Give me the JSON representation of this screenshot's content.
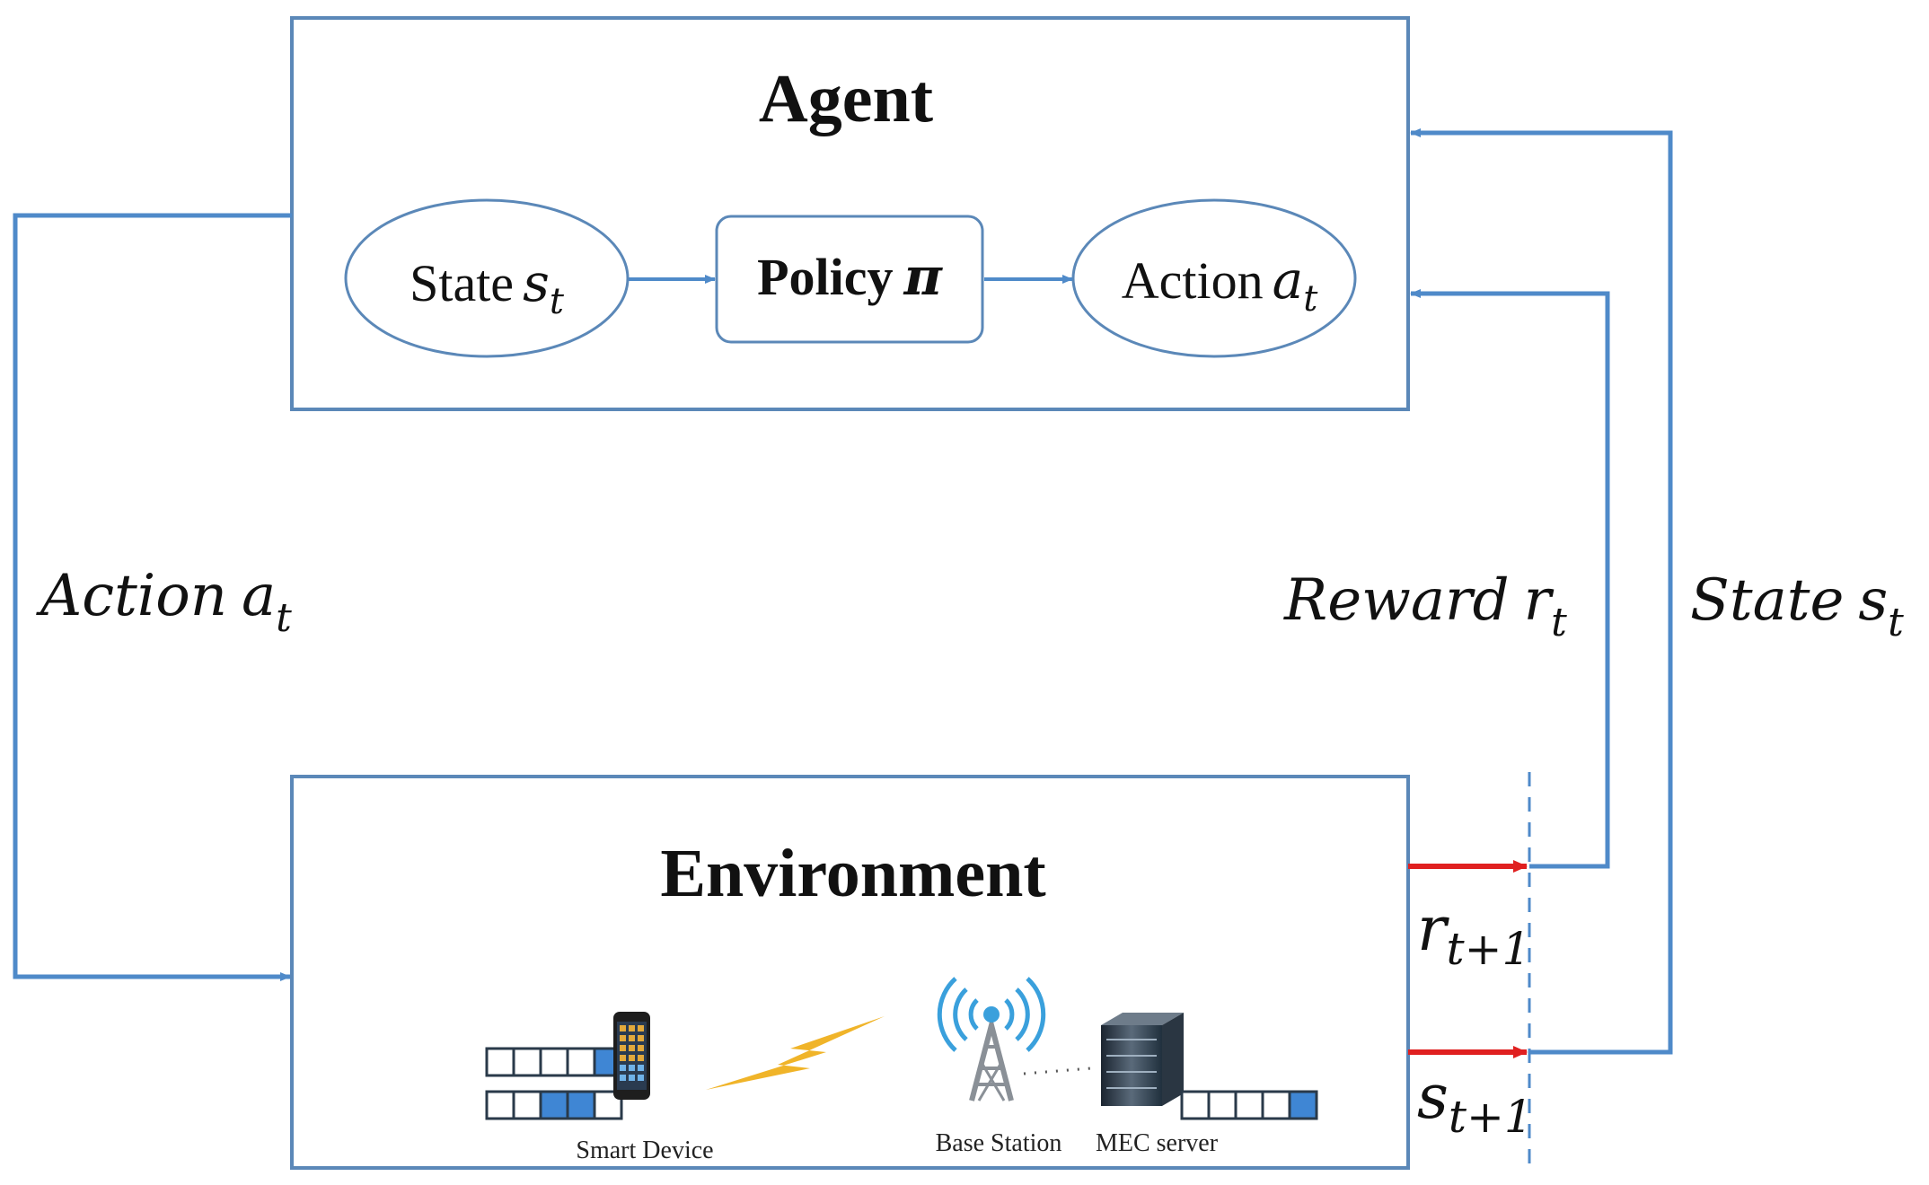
{
  "agent": {
    "title": "Agent",
    "state_node": {
      "word": "State",
      "symbol": "s",
      "sub": "t"
    },
    "policy_node": {
      "word": "Policy",
      "symbol": "π"
    },
    "action_node": {
      "word": "Action",
      "symbol": "a",
      "sub": "t"
    }
  },
  "environment": {
    "title": "Environment",
    "smart_device_label": "Smart Device",
    "base_station_label": "Base Station",
    "mec_server_label": "MEC server"
  },
  "edges": {
    "action_loop": {
      "word": "Action",
      "symbol": "a",
      "sub": "t"
    },
    "reward_loop": {
      "word": "Reward",
      "symbol": "r",
      "sub": "t"
    },
    "state_loop": {
      "word": "State",
      "symbol": "s",
      "sub": "t"
    },
    "next_reward": {
      "symbol": "r",
      "sub": "t+1"
    },
    "next_state": {
      "symbol": "s",
      "sub": "t+1"
    }
  },
  "colors": {
    "box_stroke": "#5b88b8",
    "arrow_blue": "#4f8ac9",
    "arrow_red": "#e02020",
    "lightning": "#f0b429",
    "queue_fill": "#3f86d4"
  }
}
